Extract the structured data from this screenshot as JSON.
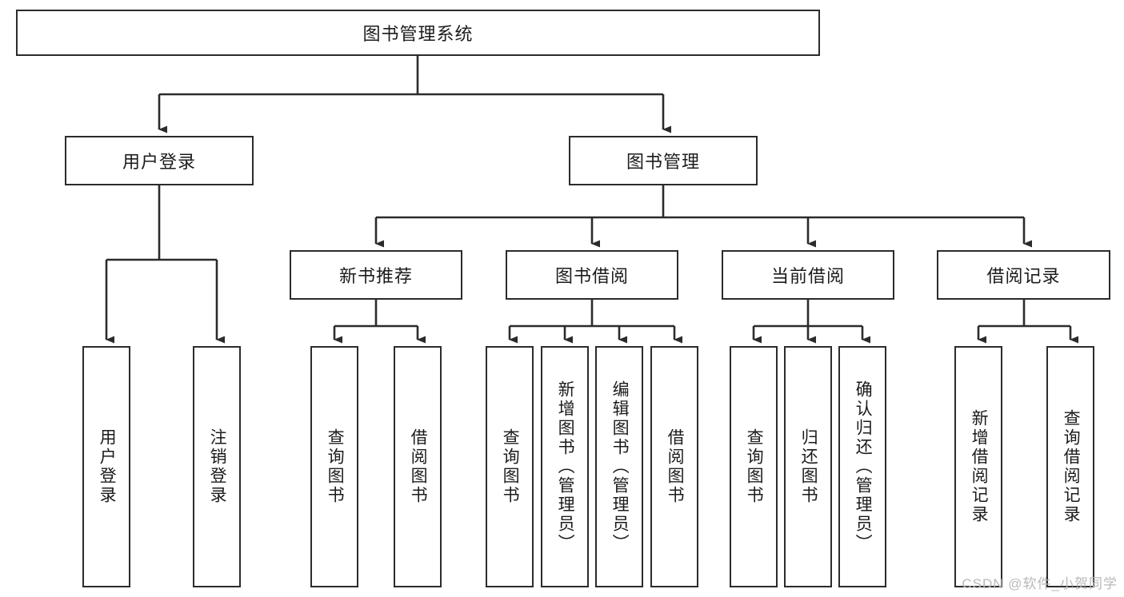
{
  "diagram": {
    "title": "图书管理系统",
    "type": "tree",
    "root": {
      "label": "图书管理系统",
      "children": [
        {
          "label": "用户登录",
          "children": [
            {
              "label": "用户登录"
            },
            {
              "label": "注销登录"
            }
          ]
        },
        {
          "label": "图书管理",
          "children": [
            {
              "label": "新书推荐",
              "children": [
                {
                  "label": "查询图书"
                },
                {
                  "label": "借阅图书"
                }
              ]
            },
            {
              "label": "图书借阅",
              "children": [
                {
                  "label": "查询图书"
                },
                {
                  "label": "新增图书（管理员）"
                },
                {
                  "label": "编辑图书（管理员）"
                },
                {
                  "label": "借阅图书"
                }
              ]
            },
            {
              "label": "当前借阅",
              "children": [
                {
                  "label": "查询图书"
                },
                {
                  "label": "归还图书"
                },
                {
                  "label": "确认归还（管理员）"
                }
              ]
            },
            {
              "label": "借阅记录",
              "children": [
                {
                  "label": "新增借阅记录"
                },
                {
                  "label": "查询借阅记录"
                }
              ]
            }
          ]
        }
      ]
    },
    "nodes": {
      "root": "图书管理系统",
      "l2_user_login": "用户登录",
      "l2_book_manage": "图书管理",
      "l3_new_book": "新书推荐",
      "l3_borrow": "图书借阅",
      "l3_current": "当前借阅",
      "l3_record": "借阅记录",
      "leaf_user_login": "用户登录",
      "leaf_logout": "注销登录",
      "leaf_nb_query": "查询图书",
      "leaf_nb_borrow": "借阅图书",
      "leaf_bb_query": "查询图书",
      "leaf_bb_add": "新增图书（管理员）",
      "leaf_bb_edit": "编辑图书（管理员）",
      "leaf_bb_borrow": "借阅图书",
      "leaf_cb_query": "查询图书",
      "leaf_cb_return": "归还图书",
      "leaf_cb_confirm": "确认归还（管理员）",
      "leaf_rec_add": "新增借阅记录",
      "leaf_rec_query": "查询借阅记录"
    }
  },
  "watermark": {
    "text": "CSDN @软件_小贺同学"
  },
  "colors": {
    "box_border": "#2b2b2b",
    "box_fill": "#ffffff",
    "connector": "#2b2b2b",
    "text": "#1b1b1b",
    "watermark": "#b9b9b9",
    "background": "#ffffff"
  }
}
